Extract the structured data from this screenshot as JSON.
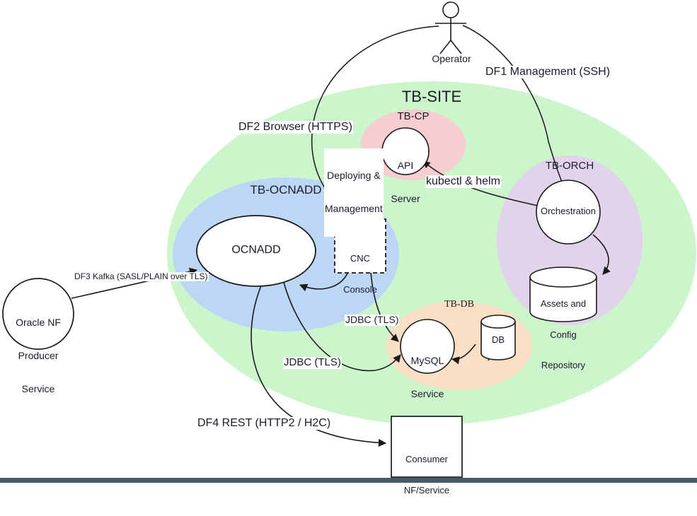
{
  "diagram": {
    "title": "TB-SITE deployment architecture",
    "colors": {
      "site_fill": "#ccf5cc",
      "ocnadd_fill": "#bcd6f5",
      "cp_fill": "#f7cdd0",
      "orch_fill": "#e0d3ea",
      "db_fill": "#fbdfc4",
      "node_fill": "#ffffff",
      "stroke": "#1a1a1a",
      "text": "#1b1b2b",
      "bottom_bar": "#465b66"
    },
    "zones": [
      {
        "id": "tb-site",
        "label": "TB-SITE"
      },
      {
        "id": "tb-ocnadd",
        "label": "TB-OCNADD"
      },
      {
        "id": "tb-cp",
        "label": "TB-CP"
      },
      {
        "id": "tb-orch",
        "label": "TB-ORCH"
      },
      {
        "id": "tb-db",
        "label": "TB-DB"
      }
    ],
    "actors": [
      {
        "id": "operator",
        "label": "Operator",
        "icon": "stick-figure-icon"
      }
    ],
    "nodes": [
      {
        "id": "api-server",
        "label_line1": "API",
        "label_line2": "Server",
        "shape": "circle"
      },
      {
        "id": "cnc-console",
        "label_line1": "CNC",
        "label_line2": "Console",
        "shape": "dashed-rect"
      },
      {
        "id": "ocnadd",
        "label_line1": "OCNADD",
        "label_line2": "",
        "shape": "ellipse"
      },
      {
        "id": "orchestration",
        "label_line1": "Orchestration",
        "label_line2": "",
        "shape": "circle"
      },
      {
        "id": "assets-repo",
        "label_line1": "Assets and",
        "label_line2": "Config",
        "label_line3": "Repository",
        "shape": "cylinder"
      },
      {
        "id": "mysql-service",
        "label_line1": "MySQL",
        "label_line2": "Service",
        "shape": "circle"
      },
      {
        "id": "db",
        "label_line1": "DB",
        "label_line2": "",
        "shape": "cylinder"
      },
      {
        "id": "oracle-nf-producer",
        "label_line1": "Oracle NF",
        "label_line2": "Producer",
        "label_line3": "Service",
        "shape": "circle"
      },
      {
        "id": "consumer-nf",
        "label_line1": "Consumer",
        "label_line2": "NF/Service",
        "shape": "rect"
      }
    ],
    "edge_labels": [
      {
        "id": "df1",
        "text": "DF1 Management (SSH)"
      },
      {
        "id": "df2",
        "text": "DF2 Browser (HTTPS)"
      },
      {
        "id": "df3",
        "text": "DF3 Kafka (SASL/PLAIN over TLS)"
      },
      {
        "id": "df4",
        "text": "DF4 REST (HTTP2 / H2C)"
      },
      {
        "id": "deploying",
        "text_line1": "Deploying &",
        "text_line2": "Management"
      },
      {
        "id": "kubectl",
        "text": "kubectl & helm"
      },
      {
        "id": "jdbc-upper",
        "text": "JDBC (TLS)"
      },
      {
        "id": "jdbc-lower",
        "text": "JDBC (TLS)"
      }
    ]
  }
}
